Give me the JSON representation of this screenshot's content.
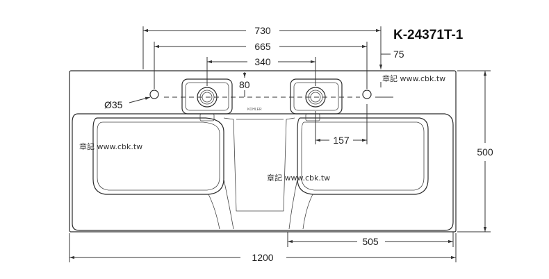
{
  "model": "K-24371T-1",
  "dimensions": {
    "d730": "730",
    "d665": "665",
    "d340": "340",
    "d80": "80",
    "d75": "75",
    "d35": "Ø35",
    "d157": "157",
    "d500": "500",
    "d505": "505",
    "d1200": "1200"
  },
  "watermark": {
    "text1": "章記 www.cbk.tw",
    "text2": "章記 www.cbk.tw",
    "text3": "章記 www.cbk.tw"
  },
  "brand_mark": "KOHLER"
}
